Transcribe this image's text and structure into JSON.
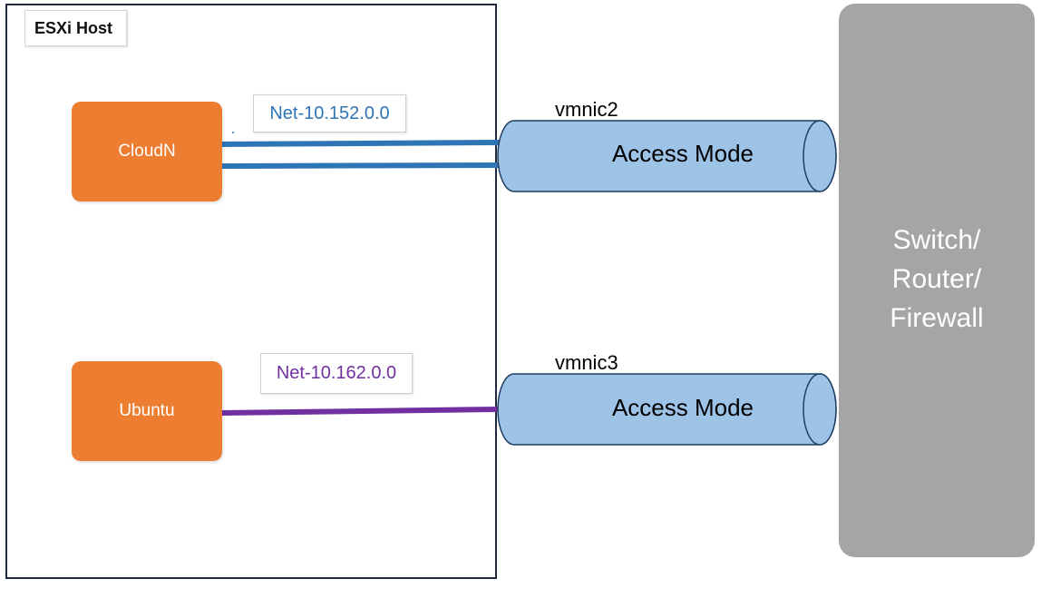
{
  "host": {
    "label": "ESXi Host"
  },
  "vms": {
    "cloudn": {
      "label": "CloudN"
    },
    "ubuntu": {
      "label": "Ubuntu"
    }
  },
  "networks": {
    "net1": {
      "label": "Net-10.152.0.0"
    },
    "net2": {
      "label": "Net-10.162.0.0"
    }
  },
  "uplinks": {
    "vmnic2": {
      "label": "vmnic2",
      "mode": "Access Mode"
    },
    "vmnic3": {
      "label": "vmnic3",
      "mode": "Access Mode"
    }
  },
  "switch": {
    "label": "Switch/\nRouter/\nFirewall"
  },
  "colors": {
    "vm_fill": "#ed7d31",
    "net1_line": "#2e75b6",
    "net1_text": "#2e75b6",
    "net2_line": "#7030a0",
    "net2_text": "#7030a0",
    "pipe_fill": "#9dc3e6",
    "pipe_stroke": "#1f3d63",
    "switch_fill": "#a5a5a5"
  }
}
